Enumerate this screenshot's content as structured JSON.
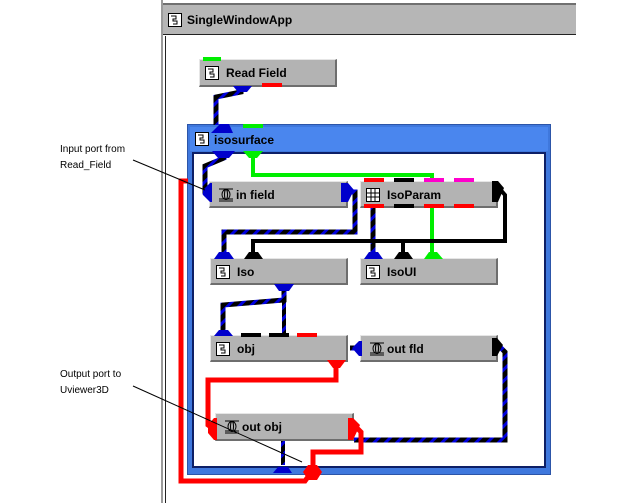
{
  "window": {
    "title": "SingleWindowApp",
    "icon": "module-icon"
  },
  "macro": {
    "title": "isosurface",
    "icon": "module-icon",
    "accent_color": "#4a86ee"
  },
  "modules": [
    {
      "id": "read-field",
      "label": "Read Field",
      "icon": "module-icon"
    },
    {
      "id": "in-field",
      "label": "in field",
      "icon": "link-icon"
    },
    {
      "id": "iso-param",
      "label": "IsoParam",
      "icon": "grid-cube-icon"
    },
    {
      "id": "iso",
      "label": "Iso",
      "icon": "module-icon"
    },
    {
      "id": "iso-ui",
      "label": "IsoUI",
      "icon": "module-icon"
    },
    {
      "id": "obj",
      "label": "obj",
      "icon": "module-icon"
    },
    {
      "id": "out-fld",
      "label": "out fld",
      "icon": "link-icon"
    },
    {
      "id": "out-obj",
      "label": "out obj",
      "icon": "link-icon"
    }
  ],
  "annotations": [
    {
      "id": "input-port-note",
      "lines": [
        "Input port from",
        "Read_Field"
      ]
    },
    {
      "id": "output-port-note",
      "lines": [
        "Output port to",
        "Uviewer3D"
      ]
    }
  ],
  "port_colors": {
    "field": "#0000cc",
    "parameter": "#000000",
    "ui": "#00ee00",
    "render": "#ff0000",
    "linked": "#ff00cc"
  }
}
